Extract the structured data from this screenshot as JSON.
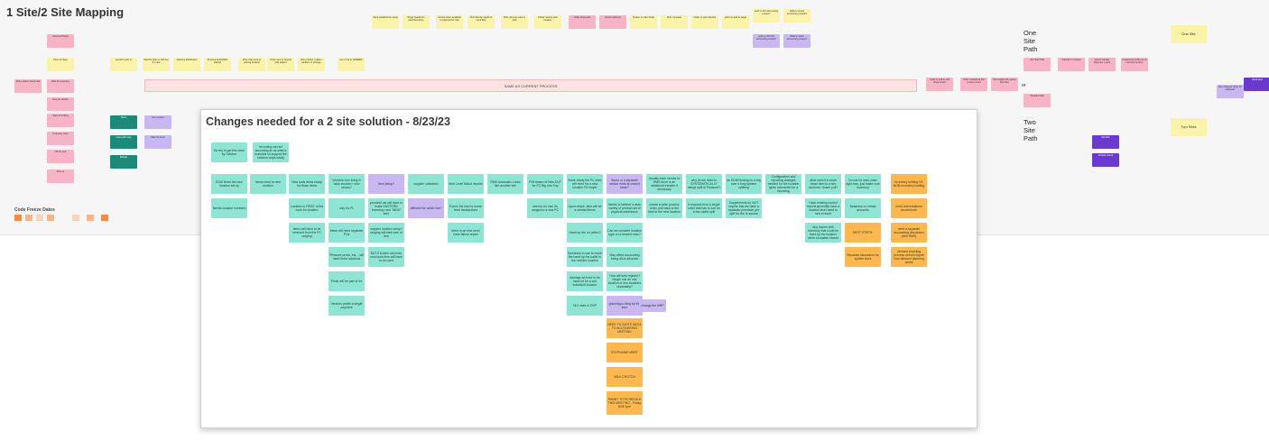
{
  "board": {
    "title": "1 Site/2 Site Mapping",
    "wide_process": "SAME AS CURRENT PROCESS",
    "one_site_path": "One\nSite\nPath",
    "two_site_path": "Two\nSite\nPath",
    "or_label": "or",
    "one_site": "One Site",
    "two_sites": "Two Sites",
    "code_freeze": "Code Freeze Dates"
  },
  "frame": {
    "title": "Changes needed for a 2 site solution - 8/23/23"
  },
  "notes": [
    {
      "t": "No ery to get this done by October",
      "c": "#8fe5d3"
    },
    {
      "t": "recording can set according as as what a manuals so support the solution ways easily",
      "c": "#8fe5d3"
    },
    {
      "t": "EDM Need the new location set up",
      "c": "#8fe5d3"
    },
    {
      "t": "Needs location numbers",
      "c": "#8fe5d3"
    },
    {
      "t": "Items need to new location",
      "c": "#8fe5d3"
    },
    {
      "t": "New tools items ready for those items",
      "c": "#8fe5d3"
    },
    {
      "t": "Location in FIRST of the tools for location",
      "c": "#8fe5d3"
    },
    {
      "t": "Items will have to be received from the PC ranging",
      "c": "#8fe5d3"
    },
    {
      "t": "Vendors who bring in back stocked / new stocks?",
      "c": "#8fe5d3"
    },
    {
      "t": "only 4's PL",
      "c": "#8fe5d3"
    },
    {
      "t": "these will need separate POs",
      "c": "#8fe5d3"
    },
    {
      "t": "Pleasure prods, etc... will need three solutions",
      "c": "#8fe5d3"
    },
    {
      "t": "Pinch will be part of it's",
      "c": "#8fe5d3"
    },
    {
      "t": "Vendors prefer a single payment",
      "c": "#8fe5d3"
    },
    {
      "t": "Item setup?",
      "c": "#c9b7f2"
    },
    {
      "t": "provided we will have to make EASTERN inventory new \"NEW\" item",
      "c": "#8fe5d3"
    },
    {
      "t": "supplier location setup? ranging will take care of this",
      "c": "#8fe5d3"
    },
    {
      "t": "BUT if it does not exist, new tools item will have to be used",
      "c": "#8fe5d3"
    },
    {
      "t": "supplier validation",
      "c": "#8fe5d3"
    },
    {
      "t": "different for which line?",
      "c": "#c9b7f2"
    },
    {
      "t": "Item Level fallout reports",
      "c": "#8fe5d3"
    },
    {
      "t": "Event: the line for home level transactions",
      "c": "#8fe5d3"
    },
    {
      "t": "there is an else level have fallout report",
      "c": "#8fe5d3"
    },
    {
      "t": "RMS Automatic Locks like another site",
      "c": "#8fe5d3"
    },
    {
      "t": "P/M Aware of New DUT for PC Big Into Pay",
      "c": "#8fe5d3"
    },
    {
      "t": "need to do own it's ranged to a new PC",
      "c": "#8fe5d3"
    },
    {
      "t": "those ready the PC sites will need for a new location PO buyer",
      "c": "#8fe5d3"
    },
    {
      "t": "Upon recipe, item will be a needed items",
      "c": "#8fe5d3"
    },
    {
      "t": "Hand up the on pallet 2",
      "c": "#8fe5d3"
    },
    {
      "t": "Decisions to use to move the hand up the pallet to the needed location",
      "c": "#8fe5d3"
    },
    {
      "t": "damage art from to be hand tot be a sub individual location",
      "c": "#8fe5d3"
    },
    {
      "t": "Nt 2 sites in OSP",
      "c": "#8fe5d3"
    },
    {
      "t": "Same or a separate vendor ends at current show?",
      "c": "#c9b7f2"
    },
    {
      "t": "Needs to believe a wide variety of product set of physical warehouse",
      "c": "#8fe5d3"
    },
    {
      "t": "Can we consider location type on a shared rows?",
      "c": "#8fe5d3"
    },
    {
      "t": "May affect accounting being all-in-advance",
      "c": "#8fe5d3"
    },
    {
      "t": "How will sets register? Single rule as one location or two locations separately?",
      "c": "#8fe5d3"
    },
    {
      "t": "planning to filing by the item",
      "c": "#c9b7f2"
    },
    {
      "t": "change the MRP",
      "c": "#c9b7f2"
    },
    {
      "t": "NEED TO INVITE NEGA TO ACCOUNTING MEETING",
      "c": "#ffb84d"
    },
    {
      "t": "STEPHANIE MERT",
      "c": "#ffb84d"
    },
    {
      "t": "VALK CROTCH",
      "c": "#ffb84d"
    },
    {
      "t": "RANDY TO SCHEDULE THIS MEETING - Friday 8/25 1pm",
      "c": "#ffb84d"
    },
    {
      "t": "Usually each vendor to RMS there is an additional transfer if necessary",
      "c": "#8fe5d3"
    },
    {
      "t": "create a write process order, pull back to the field to the new location",
      "c": "#8fe5d3"
    },
    {
      "t": "why do we need to SYSTEMATICALLY merge split to Pleasure?",
      "c": "#8fe5d3"
    },
    {
      "t": "It requires from a single order that has to sort on a two-sided split",
      "c": "#8fe5d3"
    },
    {
      "t": "an EDIM finding no a big over a long system splitting",
      "c": "#8fe5d3"
    },
    {
      "t": "Supplements do NOT require that we have a separate purchase per split for the re-source",
      "c": "#8fe5d3"
    },
    {
      "t": "Configuration and reporting changes needed for the location types scheduled for a reporting",
      "c": "#8fe5d3"
    },
    {
      "t": "what does it's mean these item to a two sections / dowel pull?",
      "c": "#8fe5d3"
    },
    {
      "t": "Have existing control reports generally have a location level need to see a result",
      "c": "#8fe5d3"
    },
    {
      "t": "Any Issues with inventory that could be fixed by the location while a location should",
      "c": "#8fe5d3"
    },
    {
      "t": "Do not for lows order right now, just make sure inventory",
      "c": "#8fe5d3"
    },
    {
      "t": "Balances on virtual accounts",
      "c": "#8fe5d3"
    },
    {
      "t": "NEXT STEPS:",
      "c": "#ffb84d"
    },
    {
      "t": "Separate discussion for system docs",
      "c": "#ffb84d"
    },
    {
      "t": "Inventory holding VS NON-inventory holding",
      "c": "#ffb84d"
    },
    {
      "t": "need conversations around both",
      "c": "#ffb84d"
    },
    {
      "t": "need a separate accounting discussion (with RMS)",
      "c": "#ffb84d"
    },
    {
      "t": "demand planning process need to figure how demand planning works",
      "c": "#ffb84d"
    }
  ],
  "stickies": [
    {
      "t": "Assorted Steps",
      "c": "#f7b3c8"
    },
    {
      "t": "Post mo Step",
      "c": "#faf4a8"
    },
    {
      "t": "vendor's plan to",
      "c": "#faf4a8"
    },
    {
      "t": "Wait for plan to shift set for ulna",
      "c": "#faf4a8"
    },
    {
      "t": "Delivery distribution",
      "c": "#faf4a8"
    },
    {
      "t": "Process ALDONDA started",
      "c": "#faf4a8"
    },
    {
      "t": "Pick order sent to picking location",
      "c": "#faf4a8"
    },
    {
      "t": "Order sent to Supply side station",
      "c": "#faf4a8"
    },
    {
      "t": "Pick product / place / location to storage",
      "c": "#faf4a8"
    },
    {
      "t": "Go to the to TEMBER",
      "c": "#faf4a8"
    },
    {
      "t": "Store headed box setup",
      "c": "#faf4a8"
    },
    {
      "t": "Rings headed to assorted items",
      "c": "#faf4a8"
    },
    {
      "t": "Vendor store available to planned for that",
      "c": "#faf4a8"
    },
    {
      "t": "Pick directly needs to send that",
      "c": "#faf4a8"
    },
    {
      "t": "Pick carrying units to pick",
      "c": "#faf4a8"
    },
    {
      "t": "Picker receive pick location",
      "c": "#faf4a8"
    },
    {
      "t": "Order lines pick",
      "c": "#f7b3c8"
    },
    {
      "t": "Screen pick list",
      "c": "#f7b3c8"
    },
    {
      "t": "Screen to start Order",
      "c": "#faf4a8"
    },
    {
      "t": "Pick complete",
      "c": "#faf4a8"
    },
    {
      "t": "Order to pick that line",
      "c": "#faf4a8"
    },
    {
      "t": "Add not add at stage",
      "c": "#faf4a8"
    },
    {
      "t": "push to PC accounting review?",
      "c": "#faf4a8"
    },
    {
      "t": "Walk to check accounting review?",
      "c": "#faf4a8"
    },
    {
      "t": "push to STOCK accounting review?",
      "c": "#c9b7f2"
    },
    {
      "t": "Walk to stock accounting review?",
      "c": "#c9b7f2"
    },
    {
      "t": "Order is pull to and close check",
      "c": "#f7b3c8"
    },
    {
      "t": "Order marked as line (move) count",
      "c": "#f7b3c8"
    },
    {
      "t": "Next adjust the queue and then",
      "c": "#f7b3c8"
    },
    {
      "t": "Use Site Path",
      "c": "#f7b3c8"
    },
    {
      "t": "Transfer to receive",
      "c": "#f7b3c8"
    },
    {
      "t": "Ignore transfer shipment / input",
      "c": "#f7b3c8"
    },
    {
      "t": "Investment LASH set to normal inventory",
      "c": "#f7b3c8"
    },
    {
      "t": "Transfer Path",
      "c": "#f7b3c8"
    },
    {
      "t": "NG DIA",
      "c": "#6a3ad0"
    },
    {
      "t": "Vehicle Grand",
      "c": "#6a3ad0"
    },
    {
      "t": "Hey changes down for adjusted?",
      "c": "#c9b7f2"
    },
    {
      "t": "Hand over",
      "c": "#6a3ad0"
    },
    {
      "t": "Pick product hand held",
      "c": "#f7b3c8"
    },
    {
      "t": "Wait for inventory",
      "c": "#f7b3c8"
    },
    {
      "t": "How do decide",
      "c": "#f7b3c8"
    },
    {
      "t": "Start of locking",
      "c": "#f7b3c8"
    },
    {
      "t": "Inventory reset",
      "c": "#f7b3c8"
    },
    {
      "t": "Fill for pick",
      "c": "#f7b3c8"
    },
    {
      "t": "Pick up",
      "c": "#f7b3c8"
    },
    {
      "t": "Store",
      "c": "#1c8a78"
    },
    {
      "t": "Case pick stop",
      "c": "#1c8a78"
    },
    {
      "t": "Reload",
      "c": "#1c8a78"
    },
    {
      "t": "Item review",
      "c": "#c9b7f2"
    },
    {
      "t": "Wait for truck",
      "c": "#c9b7f2"
    }
  ]
}
